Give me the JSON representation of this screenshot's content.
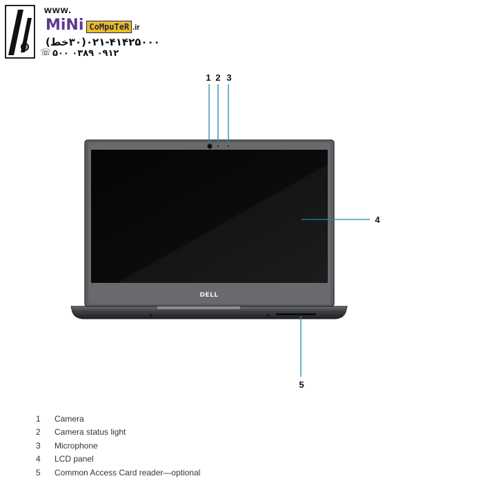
{
  "watermark": {
    "www": "www.",
    "brand_mini": "MiNi",
    "brand_computer": "CoMpuTeR",
    "brand_tld": ".ir",
    "phone_line1": "۰۲۱-۴۱۴۲۵۰۰۰(۳۰خط)",
    "phone_line2": "۰۹۱۲ ۰۳۸۹ ۵۰۰",
    "handset_icon": "phone-icon"
  },
  "diagram": {
    "brand_logo": "DELL",
    "callouts": [
      {
        "number": "1"
      },
      {
        "number": "2"
      },
      {
        "number": "3"
      },
      {
        "number": "4"
      },
      {
        "number": "5"
      }
    ]
  },
  "legend": {
    "items": [
      {
        "number": "1",
        "label": "Camera"
      },
      {
        "number": "2",
        "label": "Camera status light"
      },
      {
        "number": "3",
        "label": "Microphone"
      },
      {
        "number": "4",
        "label": "LCD panel"
      },
      {
        "number": "5",
        "label": "Common Access Card reader—optional"
      }
    ]
  },
  "colors": {
    "bezel": "#5a5c5f",
    "screen": "#0a0a0a",
    "base": "#3b3c3e",
    "callout_line": "#1a8aa6",
    "logo_purple": "#5b3b8c",
    "logo_yellow": "#e7c11a"
  }
}
